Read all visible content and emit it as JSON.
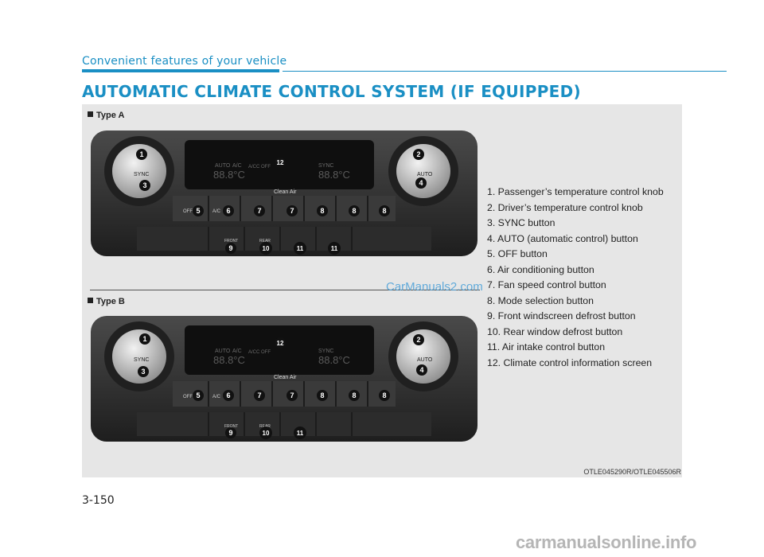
{
  "header": {
    "section_tab": "Convenient features of your vehicle",
    "title": "AUTOMATIC CLIMATE CONTROL SYSTEM (IF EQUIPPED)"
  },
  "figure": {
    "type_a_label": "Type A",
    "type_b_label": "Type B",
    "panel": {
      "display_auto": "AUTO",
      "display_ac": "A/C",
      "display_sync": "SYNC",
      "display_temp": "88.8°C",
      "display_acc": "A/CC OFF",
      "clean_air": "Clean Air",
      "left_knob_label": "SYNC",
      "right_knob_label": "AUTO",
      "btn_off": "OFF",
      "btn_ac": "A/C",
      "btn_front": "FRONT",
      "btn_rear": "REAR"
    },
    "callouts": [
      "1",
      "2",
      "3",
      "4",
      "5",
      "6",
      "7",
      "8",
      "9",
      "10",
      "11",
      "12"
    ],
    "code": "OTLE045290R/OTLE045506R"
  },
  "legend": [
    "1. Passenger’s temperature control knob",
    "2. Driver’s temperature control knob",
    "3. SYNC button",
    "4. AUTO (automatic control) button",
    "5. OFF button",
    "6. Air conditioning button",
    "7. Fan speed control button",
    "8. Mode selection button",
    "9. Front windscreen defrost button",
    "10. Rear window defrost button",
    "11. Air intake control button",
    "12. Climate control information screen"
  ],
  "watermarks": {
    "middle": "CarManuals2.com",
    "bottom": "carmanualsonline.info"
  },
  "page_number": "3-150",
  "colors": {
    "accent": "#1a8fc4",
    "figure_bg": "#e6e6e6",
    "panel_dark": "#2b2b2b"
  }
}
